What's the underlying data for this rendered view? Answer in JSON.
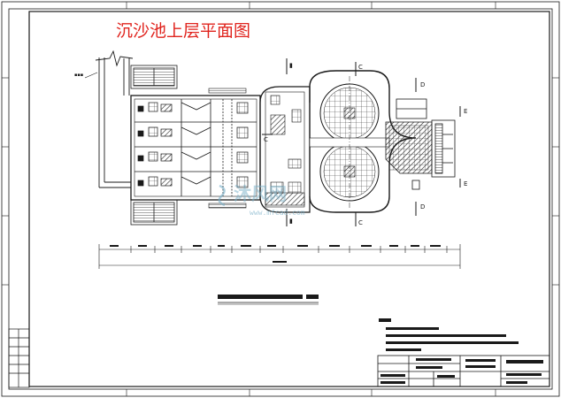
{
  "title": "沉沙池上层平面图",
  "watermark": {
    "text": "沐风网",
    "url": "www.mfcad.com"
  },
  "colors": {
    "title": "#e0241e",
    "lines": "#1a1a1a",
    "watermark": "#8fb8cc"
  },
  "icons": [
    "wind-icon",
    "pipe-valve-icon",
    "section-marker-icon"
  ]
}
